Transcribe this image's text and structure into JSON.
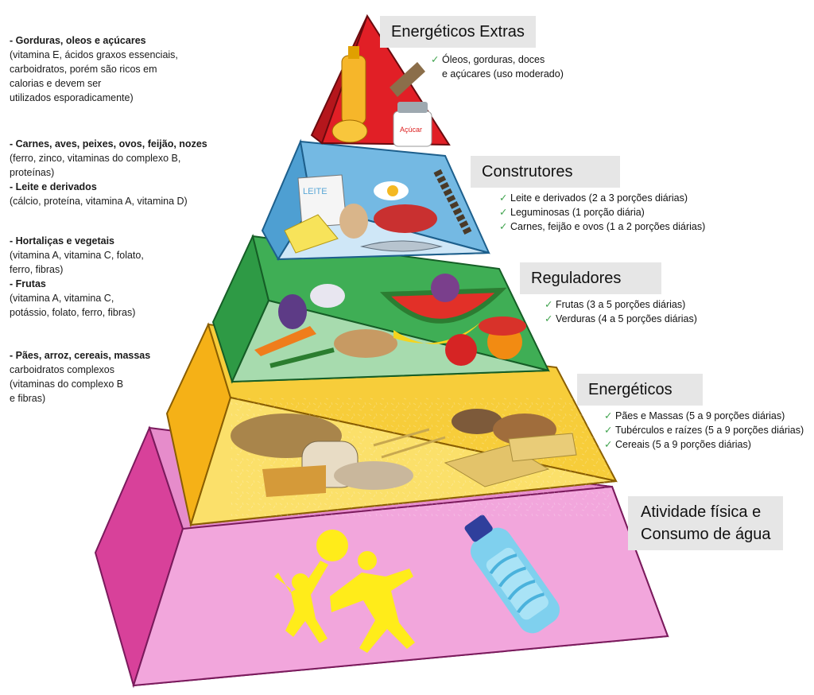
{
  "colors": {
    "extras": "#e11f26",
    "construtores": "#5aa7d6",
    "reguladores": "#2e9a45",
    "energeticos": "#f5c518",
    "base": "#f2a6dc",
    "base_side": "#d8419a",
    "label_bg": "#e6e6e6",
    "check": "#3fa34d"
  },
  "left_notes": [
    {
      "items": [
        {
          "heading": "Gorduras, oleos e açúcares",
          "detail": "(vitamina E, ácidos graxos essenciais,\ncarboidratos, porém são ricos em\ncalorias e devem ser\nutilizados esporadicamente)"
        }
      ]
    },
    {
      "items": [
        {
          "heading": "Carnes, aves, peixes, ovos, feijão, nozes",
          "detail": "(ferro, zinco, vitaminas do complexo B,\nproteínas)"
        },
        {
          "heading": "Leite e derivados",
          "detail": "(cálcio, proteína, vitamina A, vitamina D)"
        }
      ]
    },
    {
      "items": [
        {
          "heading": "Hortaliças e vegetais",
          "detail": "(vitamina A, vitamina C, folato,\nferro, fibras)"
        },
        {
          "heading": "Frutas",
          "detail": "(vitamina A, vitamina C,\npotássio, folato, ferro, fibras)"
        }
      ]
    },
    {
      "items": [
        {
          "heading": "Pães, arroz, cereais, massas",
          "detail": "carboidratos complexos\n(vitaminas do complexo B\ne fibras)"
        }
      ]
    }
  ],
  "levels": [
    {
      "title": "Energéticos Extras",
      "checks": [
        "Óleos, gorduras, doces\ne açúcares (uso moderado)"
      ]
    },
    {
      "title": "Construtores",
      "checks": [
        "Leite e derivados (2 a 3 porções diárias)",
        "Leguminosas (1 porção diária)",
        "Carnes, feijão e ovos (1 a 2 porções diárias)"
      ]
    },
    {
      "title": "Reguladores",
      "checks": [
        "Frutas (3 a 5 porções diárias)",
        "Verduras (4 a 5 porções diárias)"
      ]
    },
    {
      "title": "Energéticos",
      "checks": [
        "Pães e Massas (5 a 9 porções diárias)",
        "Tubérculos e raízes (5 a 9 porções diárias)",
        "Cereais (5 a 9 porções diárias)"
      ]
    },
    {
      "title": "Atividade física e\nConsumo de água",
      "checks": []
    }
  ],
  "illustration_text": {
    "milk_carton": "LEITE",
    "sugar_jar": "Açúcar"
  }
}
